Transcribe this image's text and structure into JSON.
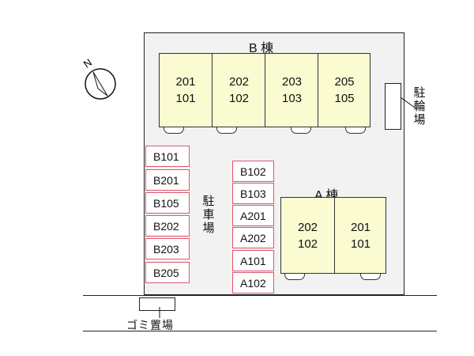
{
  "compass": {
    "label": "N"
  },
  "building_b": {
    "label": "B 棟",
    "units": [
      {
        "upper": "201",
        "lower": "101"
      },
      {
        "upper": "202",
        "lower": "102"
      },
      {
        "upper": "203",
        "lower": "103"
      },
      {
        "upper": "205",
        "lower": "105"
      }
    ]
  },
  "building_a": {
    "label": "A 棟",
    "units": [
      {
        "upper": "202",
        "lower": "102"
      },
      {
        "upper": "201",
        "lower": "101"
      }
    ]
  },
  "bicycle_parking": {
    "label": [
      "駐",
      "輪",
      "場"
    ]
  },
  "car_parking": {
    "label": [
      "駐",
      "車",
      "場"
    ]
  },
  "parking_left": [
    "B101",
    "B201",
    "B105",
    "B202",
    "B203",
    "B205"
  ],
  "parking_right": [
    "B102",
    "B103",
    "A201",
    "A202",
    "A101",
    "A102"
  ],
  "garbage": {
    "label": "ゴミ置場"
  }
}
